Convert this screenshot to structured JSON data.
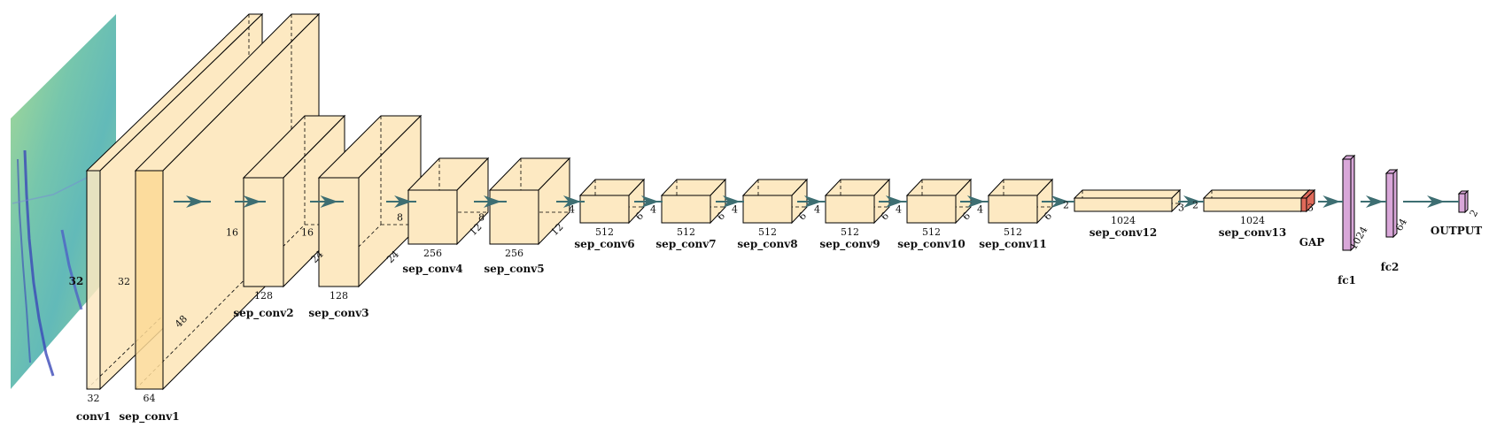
{
  "diagram": {
    "input_label": "",
    "layers": [
      {
        "name": "conv1",
        "height": "32",
        "width": "32",
        "channels": "32",
        "depth": ""
      },
      {
        "name": "sep_conv1",
        "height": "32",
        "width": "48",
        "channels": "64",
        "depth": ""
      },
      {
        "name": "sep_conv2",
        "height": "16",
        "width": "24",
        "channels": "128",
        "depth": ""
      },
      {
        "name": "sep_conv3",
        "height": "16",
        "width": "24",
        "channels": "128",
        "depth": ""
      },
      {
        "name": "sep_conv4",
        "height": "8",
        "width": "12",
        "channels": "256",
        "depth": ""
      },
      {
        "name": "sep_conv5",
        "height": "8",
        "width": "12",
        "channels": "256",
        "depth": ""
      },
      {
        "name": "sep_conv6",
        "height": "4",
        "width": "6",
        "channels": "512",
        "depth": ""
      },
      {
        "name": "sep_conv7",
        "height": "4",
        "width": "6",
        "channels": "512",
        "depth": ""
      },
      {
        "name": "sep_conv8",
        "height": "4",
        "width": "6",
        "channels": "512",
        "depth": ""
      },
      {
        "name": "sep_conv9",
        "height": "4",
        "width": "6",
        "channels": "512",
        "depth": ""
      },
      {
        "name": "sep_conv10",
        "height": "4",
        "width": "6",
        "channels": "512",
        "depth": ""
      },
      {
        "name": "sep_conv11",
        "height": "4",
        "width": "6",
        "channels": "512",
        "depth": ""
      },
      {
        "name": "sep_conv12",
        "height": "2",
        "width": "3",
        "channels": "1024",
        "depth": ""
      },
      {
        "name": "sep_conv13",
        "height": "2",
        "width": "3",
        "channels": "1024",
        "depth": ""
      }
    ],
    "gap": {
      "name": "GAP"
    },
    "fc": [
      {
        "name": "fc1",
        "units": "1024"
      },
      {
        "name": "fc2",
        "units": "64"
      }
    ],
    "output": {
      "name": "OUTPUT",
      "units": "2"
    },
    "colors": {
      "conv_face": "#fde9c2",
      "conv_face_dark": "#fbd996",
      "arrow": "#3d6e72",
      "gap": "#e06a5a",
      "fc": "#d9a7d9",
      "spectrogram_bg": "#8fcf8f",
      "spectrogram_trace": "#3b48b8"
    }
  }
}
